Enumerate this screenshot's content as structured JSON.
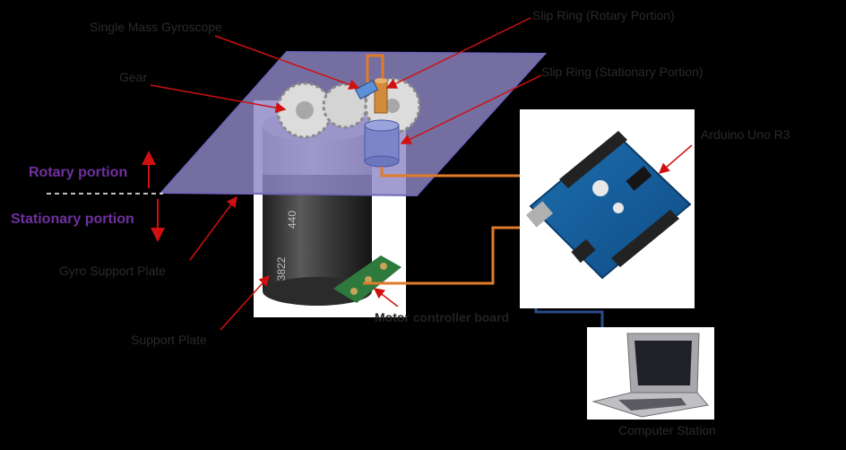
{
  "labels": {
    "single_mass_gyroscope": "Single Mass Gyroscope",
    "slip_ring_rotary": "Slip Ring (Rotary Portion)",
    "gear": "Gear",
    "slip_ring_stationary": "Slip Ring (Stationary Portion)",
    "arduino": "Arduino Uno R3",
    "rotary_portion": "Rotary portion",
    "stationary_portion": "Stationary portion",
    "gyro_support_plate": "Gyro Support Plate",
    "motor_controller": "Motor controller board",
    "support_plate": "Support Plate",
    "computer": "Computer Station"
  },
  "motor": {
    "text_top": "440",
    "text_mid": "3822"
  },
  "colors": {
    "plate": "#8e86c4",
    "plate_edge": "#6f68b8",
    "wire_orange": "#e07b2a",
    "wire_blue": "#2d4a8a",
    "label_purple": "#7030a0",
    "arrow_red": "#d01010"
  }
}
